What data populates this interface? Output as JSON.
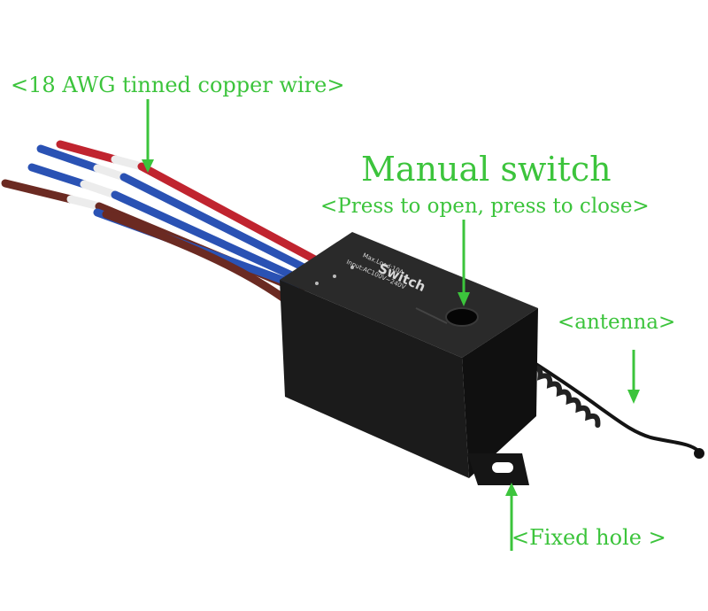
{
  "labels": {
    "wire": "<18 AWG tinned copper wire>",
    "manual_switch": "Manual switch",
    "manual_switch_note": "<Press to open, press to close>",
    "antenna": "<antenna>",
    "fixed_hole": "<Fixed hole >"
  },
  "device": {
    "name": "Switch",
    "input": "Input:AC100V~240V",
    "max_load": "Max.Load:10A"
  },
  "colors": {
    "annotation": "#3cc43c",
    "housing": "#1b1b1b",
    "wire_red": "#c0242f",
    "wire_blue": "#2a52b4",
    "wire_brown": "#6b2a22"
  }
}
